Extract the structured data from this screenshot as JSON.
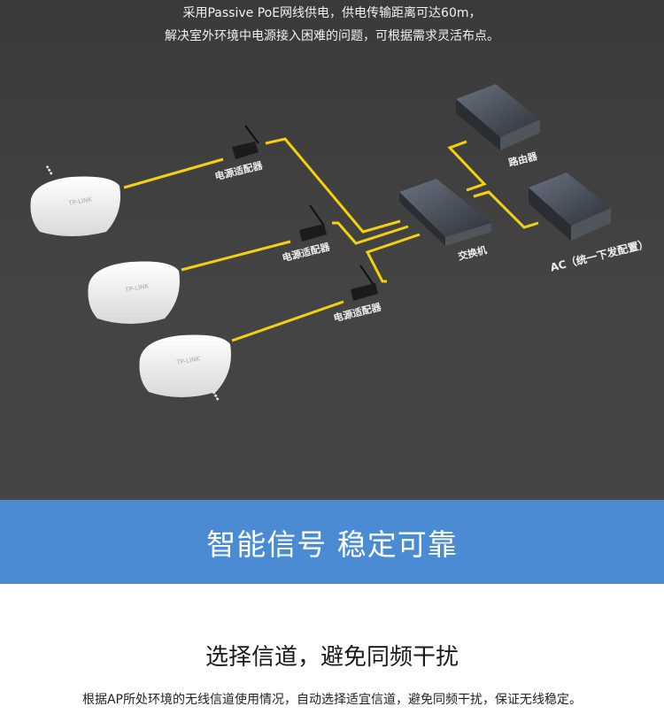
{
  "intro": {
    "line1": "采用Passive PoE网线供电，供电传输距离可达60m，",
    "line2": "解决室外环境中电源接入困难的问题，可根据需求灵活布点。"
  },
  "diagram": {
    "adapter_label": "电源适配器",
    "switch_label": "交换机",
    "router_label": "路由器",
    "ac_label": "AC（统一下发配置）",
    "brand": "TP-LINK",
    "ellipsis": "⋮",
    "cable_color": "#f5d10a"
  },
  "banner": {
    "title": "智能信号 稳定可靠",
    "color": "#4a8bd4"
  },
  "section": {
    "title": "选择信道，避免同频干扰",
    "description": "根据AP所处环境的无线信道使用情况，自动选择适宜信道，避免同频干扰，保证无线稳定。"
  }
}
